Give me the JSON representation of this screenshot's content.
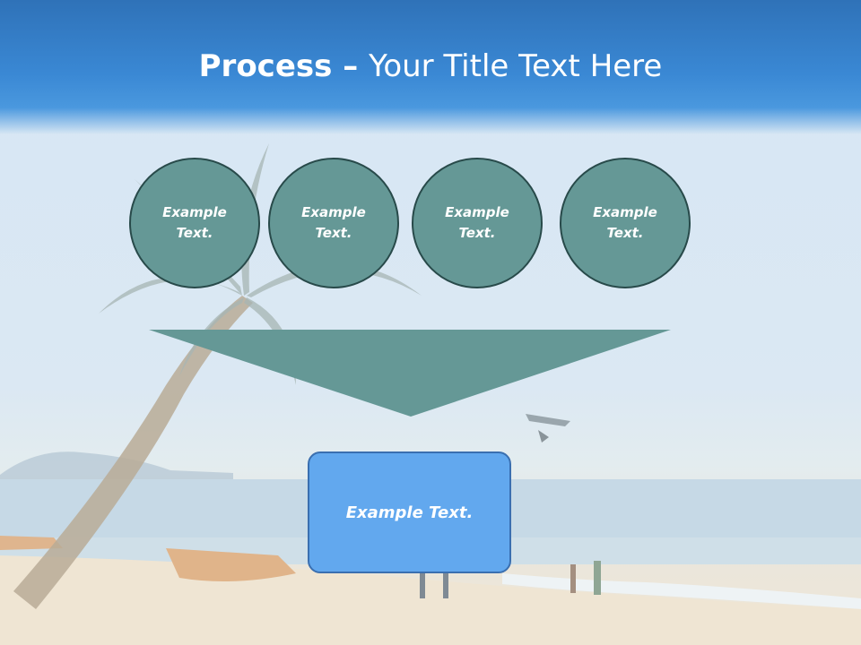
{
  "title": {
    "bold": "Process",
    "dash": " – ",
    "rest": "Your Title Text Here"
  },
  "circles": [
    {
      "label": "Example Text."
    },
    {
      "label": "Example Text."
    },
    {
      "label": "Example Text."
    },
    {
      "label": "Example Text."
    }
  ],
  "result": {
    "label": "Example Text."
  },
  "colors": {
    "header": "#3a88d4",
    "circle_fill": "#659896",
    "circle_border": "#284a4a",
    "funnel": "#659896",
    "result_fill": "#62a8ee"
  }
}
